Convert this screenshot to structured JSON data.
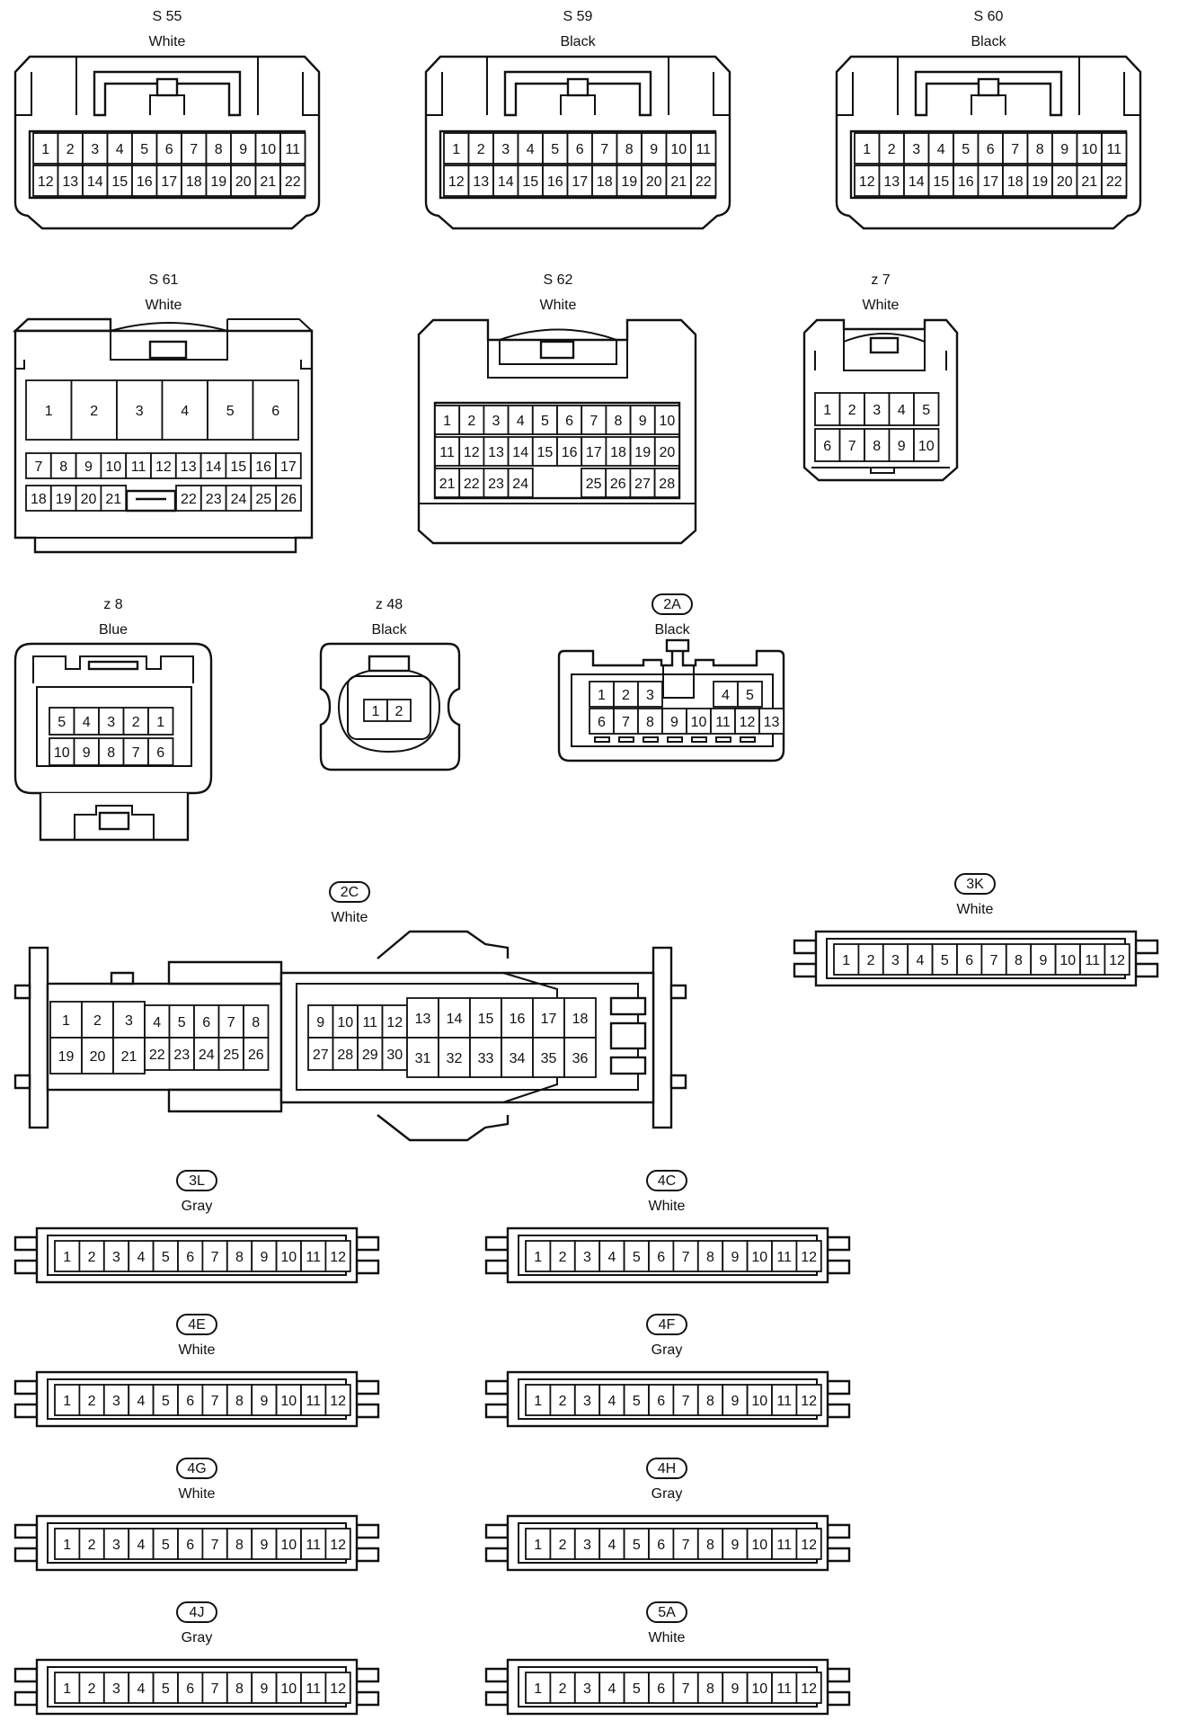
{
  "connectors": [
    {
      "id": "S55",
      "name": "S 55",
      "color": "White",
      "rows": [
        [
          "1",
          "2",
          "3",
          "4",
          "5",
          "6",
          "7",
          "8",
          "9",
          "10",
          "11"
        ],
        [
          "12",
          "13",
          "14",
          "15",
          "16",
          "17",
          "18",
          "19",
          "20",
          "21",
          "22"
        ]
      ]
    },
    {
      "id": "S59",
      "name": "S 59",
      "color": "Black",
      "rows": [
        [
          "1",
          "2",
          "3",
          "4",
          "5",
          "6",
          "7",
          "8",
          "9",
          "10",
          "11"
        ],
        [
          "12",
          "13",
          "14",
          "15",
          "16",
          "17",
          "18",
          "19",
          "20",
          "21",
          "22"
        ]
      ]
    },
    {
      "id": "S60",
      "name": "S 60",
      "color": "Black",
      "rows": [
        [
          "1",
          "2",
          "3",
          "4",
          "5",
          "6",
          "7",
          "8",
          "9",
          "10",
          "11"
        ],
        [
          "12",
          "13",
          "14",
          "15",
          "16",
          "17",
          "18",
          "19",
          "20",
          "21",
          "22"
        ]
      ]
    },
    {
      "id": "S61",
      "name": "S 61",
      "color": "White",
      "rows": [
        [
          "1",
          "2",
          "3",
          "4",
          "5",
          "6"
        ],
        [
          "7",
          "8",
          "9",
          "10",
          "11",
          "12",
          "13",
          "14",
          "15",
          "16",
          "17"
        ],
        [
          "18",
          "19",
          "20",
          "21",
          "22",
          "23",
          "24",
          "25",
          "26"
        ]
      ]
    },
    {
      "id": "S62",
      "name": "S 62",
      "color": "White",
      "rows": [
        [
          "1",
          "2",
          "3",
          "4",
          "5",
          "6",
          "7",
          "8",
          "9",
          "10"
        ],
        [
          "11",
          "12",
          "13",
          "14",
          "15",
          "16",
          "17",
          "18",
          "19",
          "20"
        ],
        [
          "21",
          "22",
          "23",
          "24",
          "25",
          "26",
          "27",
          "28"
        ]
      ]
    },
    {
      "id": "z7",
      "name": "z 7",
      "color": "White",
      "rows": [
        [
          "1",
          "2",
          "3",
          "4",
          "5"
        ],
        [
          "6",
          "7",
          "8",
          "9",
          "10"
        ]
      ]
    },
    {
      "id": "z8",
      "name": "z 8",
      "color": "Blue",
      "rows": [
        [
          "5",
          "4",
          "3",
          "2",
          "1"
        ],
        [
          "10",
          "9",
          "8",
          "7",
          "6"
        ]
      ]
    },
    {
      "id": "z48",
      "name": "z 48",
      "color": "Black",
      "rows": [
        [
          "1",
          "2"
        ]
      ]
    },
    {
      "id": "2A",
      "name": "2A",
      "color": "Black",
      "rows": [
        [
          "1",
          "2",
          "3",
          "4",
          "5"
        ],
        [
          "6",
          "7",
          "8",
          "9",
          "10",
          "11",
          "12",
          "13"
        ]
      ]
    },
    {
      "id": "2C",
      "name": "2C",
      "color": "White",
      "rows": [
        [
          "1",
          "2",
          "3",
          "4",
          "5",
          "6",
          "7",
          "8",
          "9",
          "10",
          "11",
          "12",
          "13",
          "14",
          "15",
          "16",
          "17",
          "18"
        ],
        [
          "19",
          "20",
          "21",
          "22",
          "23",
          "24",
          "25",
          "26",
          "27",
          "28",
          "29",
          "30",
          "31",
          "32",
          "33",
          "34",
          "35",
          "36"
        ]
      ]
    },
    {
      "id": "3K",
      "name": "3K",
      "color": "White",
      "rows": [
        [
          "1",
          "2",
          "3",
          "4",
          "5",
          "6",
          "7",
          "8",
          "9",
          "10",
          "11",
          "12"
        ]
      ]
    },
    {
      "id": "3L",
      "name": "3L",
      "color": "Gray",
      "rows": [
        [
          "1",
          "2",
          "3",
          "4",
          "5",
          "6",
          "7",
          "8",
          "9",
          "10",
          "11",
          "12"
        ]
      ]
    },
    {
      "id": "4C",
      "name": "4C",
      "color": "White",
      "rows": [
        [
          "1",
          "2",
          "3",
          "4",
          "5",
          "6",
          "7",
          "8",
          "9",
          "10",
          "11",
          "12"
        ]
      ]
    },
    {
      "id": "4E",
      "name": "4E",
      "color": "White",
      "rows": [
        [
          "1",
          "2",
          "3",
          "4",
          "5",
          "6",
          "7",
          "8",
          "9",
          "10",
          "11",
          "12"
        ]
      ]
    },
    {
      "id": "4F",
      "name": "4F",
      "color": "Gray",
      "rows": [
        [
          "1",
          "2",
          "3",
          "4",
          "5",
          "6",
          "7",
          "8",
          "9",
          "10",
          "11",
          "12"
        ]
      ]
    },
    {
      "id": "4G",
      "name": "4G",
      "color": "White",
      "rows": [
        [
          "1",
          "2",
          "3",
          "4",
          "5",
          "6",
          "7",
          "8",
          "9",
          "10",
          "11",
          "12"
        ]
      ]
    },
    {
      "id": "4H",
      "name": "4H",
      "color": "Gray",
      "rows": [
        [
          "1",
          "2",
          "3",
          "4",
          "5",
          "6",
          "7",
          "8",
          "9",
          "10",
          "11",
          "12"
        ]
      ]
    },
    {
      "id": "4J",
      "name": "4J",
      "color": "Gray",
      "rows": [
        [
          "1",
          "2",
          "3",
          "4",
          "5",
          "6",
          "7",
          "8",
          "9",
          "10",
          "11",
          "12"
        ]
      ]
    },
    {
      "id": "5A",
      "name": "5A",
      "color": "White",
      "rows": [
        [
          "1",
          "2",
          "3",
          "4",
          "5",
          "6",
          "7",
          "8",
          "9",
          "10",
          "11",
          "12"
        ]
      ]
    }
  ]
}
